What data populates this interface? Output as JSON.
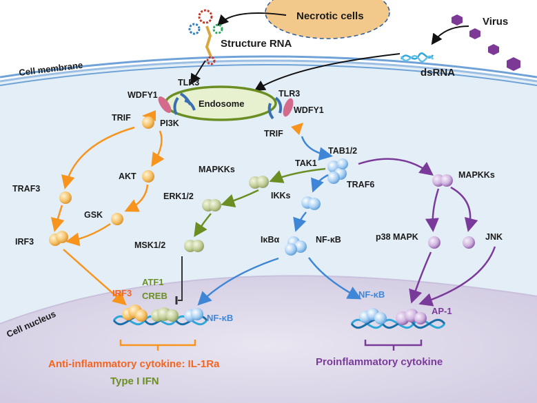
{
  "labels": {
    "necrotic_cells": "Necrotic cells",
    "virus": "Virus",
    "structure_rna": "Structure RNA",
    "dsrna": "dsRNA",
    "cell_membrane": "Cell membrane",
    "endosome": "Endosome",
    "tlr3_left": "TLR3",
    "tlr3_right": "TLR3",
    "wdfy1_left": "WDFY1",
    "wdfy1_right": "WDFY1",
    "trif_left": "TRIF",
    "trif_right": "TRIF",
    "pi3k": "PI3K",
    "akt": "AKT",
    "traf3": "TRAF3",
    "gsk": "GSK",
    "irf3": "IRF3",
    "tab12": "TAB1/2",
    "tak1": "TAK1",
    "traf6": "TRAF6",
    "mapkks_left": "MAPKKs",
    "erk12": "ERK1/2",
    "ikks": "IKKs",
    "msk12": "MSK1/2",
    "ikba": "IκBα",
    "nfkb_cyto": "NF-κB",
    "mapkks_right": "MAPKKs",
    "p38": "p38 MAPK",
    "jnk": "JNK",
    "cell_nucleus": "Cell nucleus",
    "irf3_nuc": "IRF3",
    "atf1": "ATF1",
    "creb": "CREB",
    "nfkb_nuc_left": "NF-κB",
    "nfkb_nuc_right": "NF-κB",
    "ap1": "AP-1",
    "anti_inflammatory": "Anti-inflammatory cytokine: IL-1Ra",
    "type_i_ifn": "Type I IFN",
    "proinflammatory": "Proinflammatory cytokine"
  },
  "colors": {
    "orange": "#f7941d",
    "green": "#6b8e23",
    "blue": "#3f87d6",
    "purple": "#7a3a9a",
    "membrane": "#6fa3d8",
    "nucleus": "#ddd8ea",
    "cytoplasm": "#e4eef6",
    "necrotic": "#f2c98a"
  }
}
